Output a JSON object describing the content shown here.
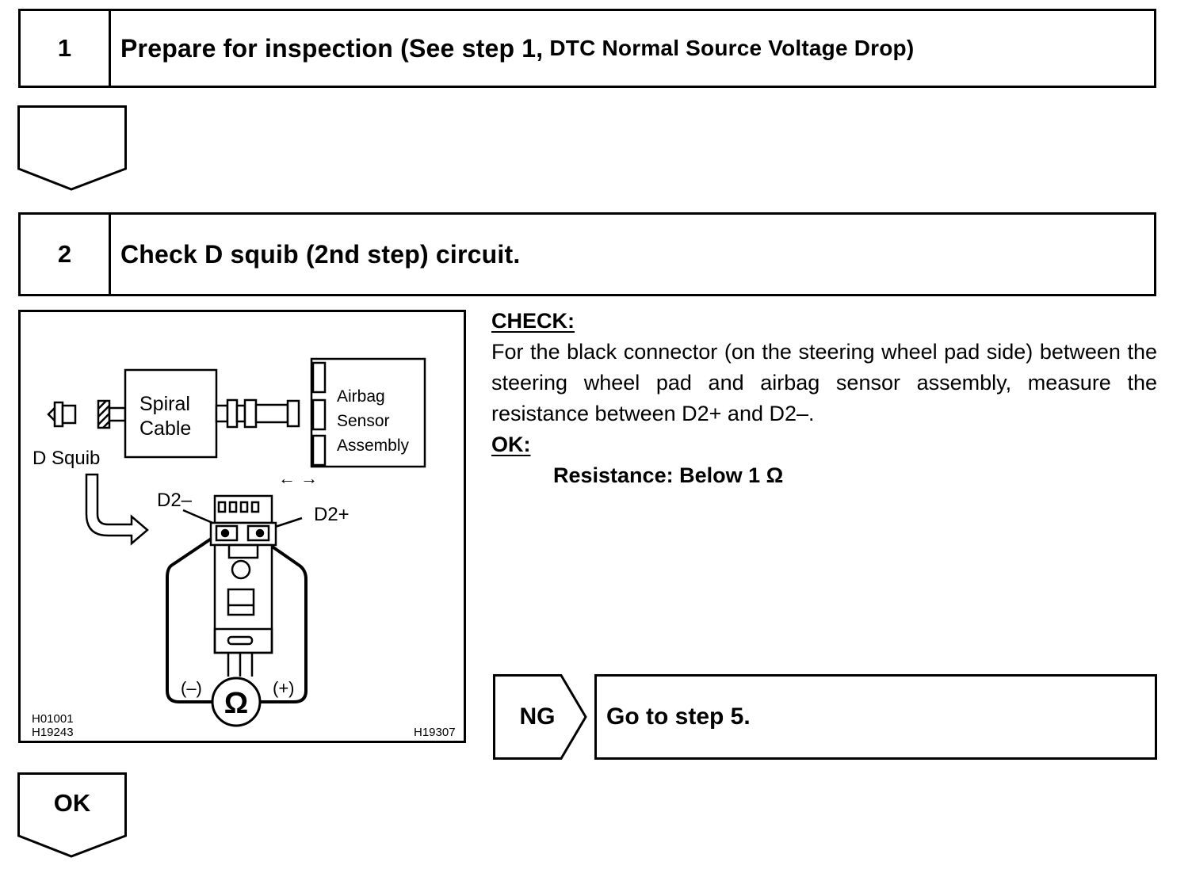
{
  "step1": {
    "number": "1",
    "title_main": "Prepare for inspection (See step 1,",
    "title_small": "DTC Normal Source Voltage Drop)"
  },
  "step2": {
    "number": "2",
    "title": "Check D squib (2nd step) circuit."
  },
  "figure": {
    "component_squib": "D Squib",
    "component_spiral_1": "Spiral",
    "component_spiral_2": "Cable",
    "component_sensor_1": "Airbag",
    "component_sensor_2": "Sensor",
    "component_sensor_3": "Assembly",
    "separation_arrows": "← →",
    "terminal_minus": "D2–",
    "terminal_plus": "D2+",
    "probe_minus": "(–)",
    "probe_plus": "(+)",
    "meter_symbol": "Ω",
    "code_1": "H01001",
    "code_2": "H19243",
    "code_3": "H19307"
  },
  "check": {
    "heading": "CHECK:",
    "body": "For the black connector (on the steering wheel pad side) between the steering wheel pad and airbag sensor assembly, measure the resistance between D2+ and D2–.",
    "ok_heading": "OK:",
    "ok_value": "Resistance: Below 1 Ω"
  },
  "ng": {
    "label": "NG",
    "action": "Go to step 5."
  },
  "ok_result": {
    "label": "OK"
  }
}
